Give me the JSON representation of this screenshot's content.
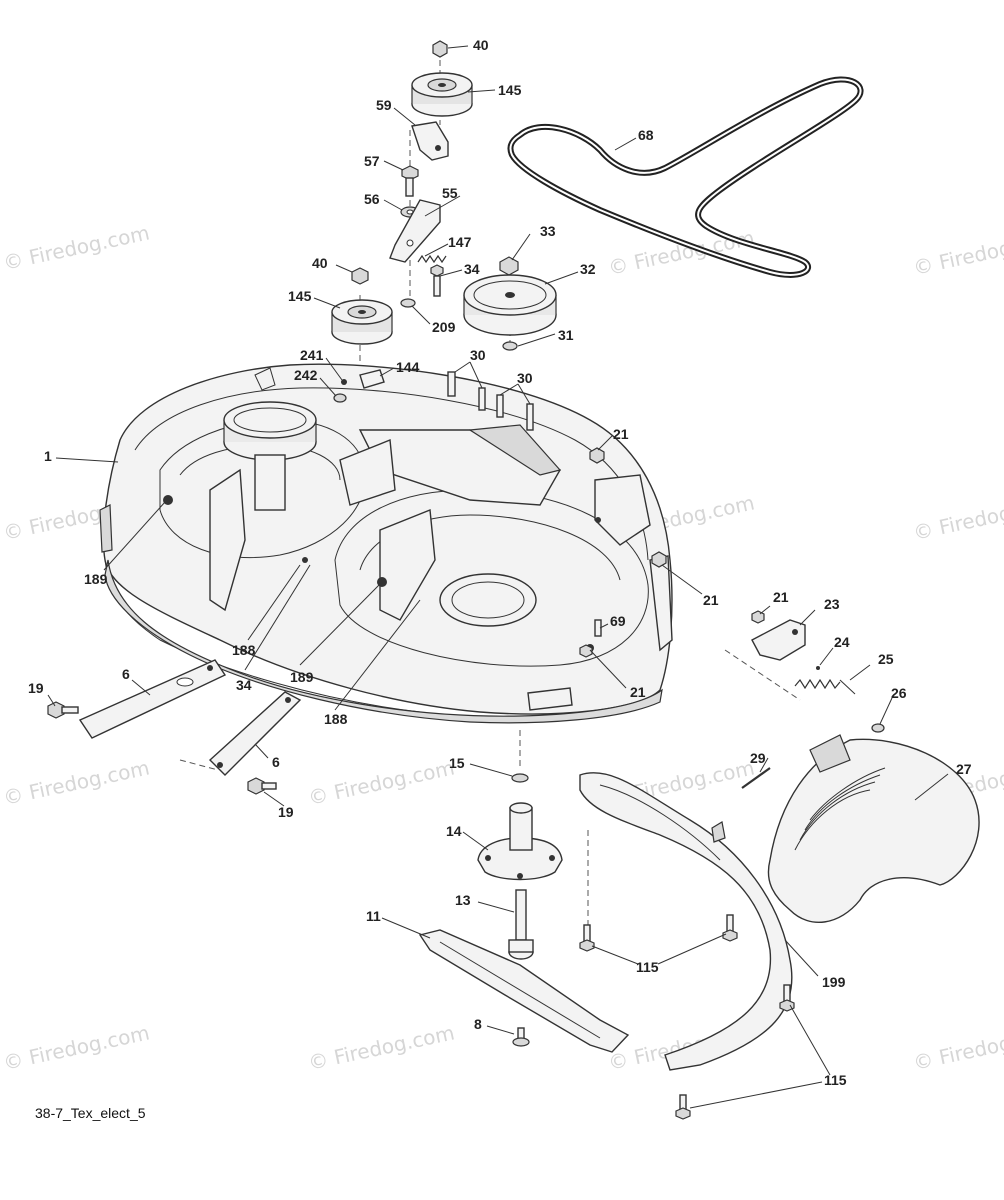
{
  "watermark": "© Firedog.com",
  "caption": "38-7_Tex_elect_5",
  "callouts": {
    "c40a": "40",
    "c145a": "145",
    "c59": "59",
    "c68": "68",
    "c57": "57",
    "c56": "56",
    "c55": "55",
    "c147": "147",
    "c33": "33",
    "c40b": "40",
    "c34a": "34",
    "c32": "32",
    "c145b": "145",
    "c209": "209",
    "c31": "31",
    "c241": "241",
    "c144": "144",
    "c30a": "30",
    "c242": "242",
    "c30b": "30",
    "c1": "1",
    "c21a": "21",
    "c189a": "189",
    "c21b": "21",
    "c21c": "21",
    "c23": "23",
    "c69": "69",
    "c24": "24",
    "c188a": "188",
    "c25": "25",
    "c19a": "19",
    "c6a": "6",
    "c34b": "34",
    "c189b": "189",
    "c21d": "21",
    "c26": "26",
    "c188b": "188",
    "c6b": "6",
    "c29": "29",
    "c15": "15",
    "c27": "27",
    "c19b": "19",
    "c14": "14",
    "c13": "13",
    "c11": "11",
    "c115a": "115",
    "c199": "199",
    "c8": "8",
    "c115b": "115"
  }
}
